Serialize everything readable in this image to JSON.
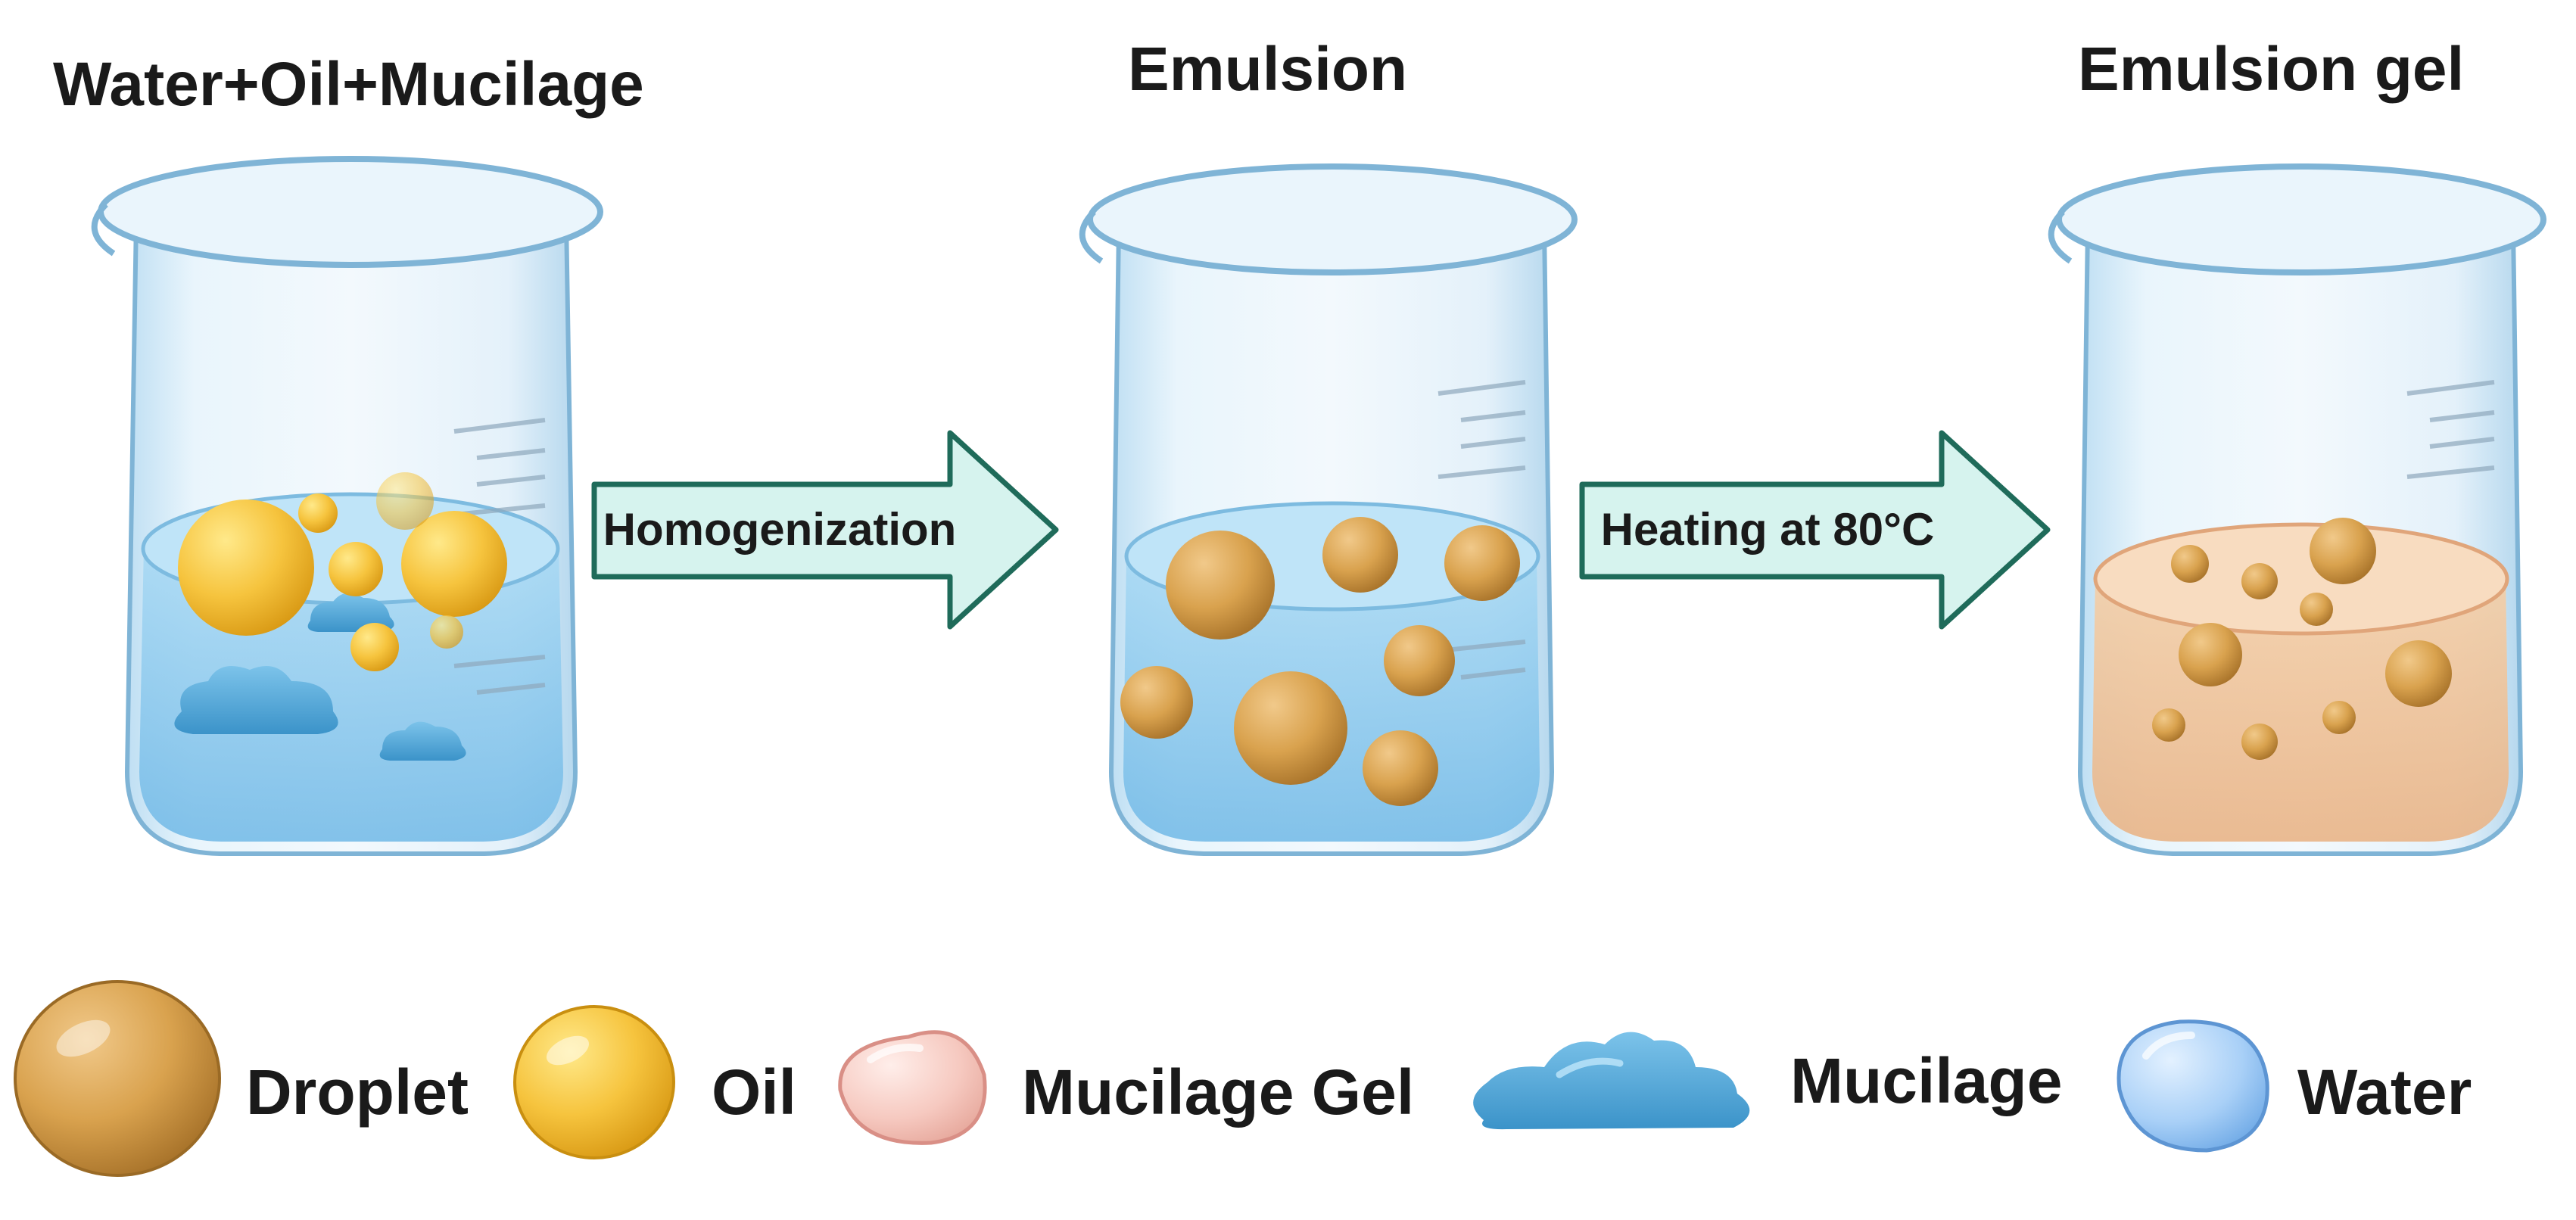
{
  "stages": [
    {
      "title": "Water+Oil+Mucilage"
    },
    {
      "title": "Emulsion"
    },
    {
      "title": "Emulsion gel"
    }
  ],
  "steps": [
    {
      "label": "Homogenization"
    },
    {
      "label": "Heating at 80°C"
    }
  ],
  "legend": [
    {
      "label": "Droplet",
      "icon": "droplet-icon",
      "color": "#d9a24e"
    },
    {
      "label": "Oil",
      "icon": "oil-icon",
      "color": "#f6c43e"
    },
    {
      "label": "Mucilage Gel",
      "icon": "mucilage-gel-icon",
      "color": "#f6c9c0"
    },
    {
      "label": "Mucilage",
      "icon": "mucilage-icon",
      "color": "#4aa6d8"
    },
    {
      "label": "Water",
      "icon": "water-icon",
      "color": "#a9d0f7"
    }
  ],
  "colors": {
    "arrow_fill": "#d6f3ee",
    "arrow_stroke": "#1f6b5a",
    "water": "#9fd0f0",
    "gel": "#f0c49c"
  }
}
